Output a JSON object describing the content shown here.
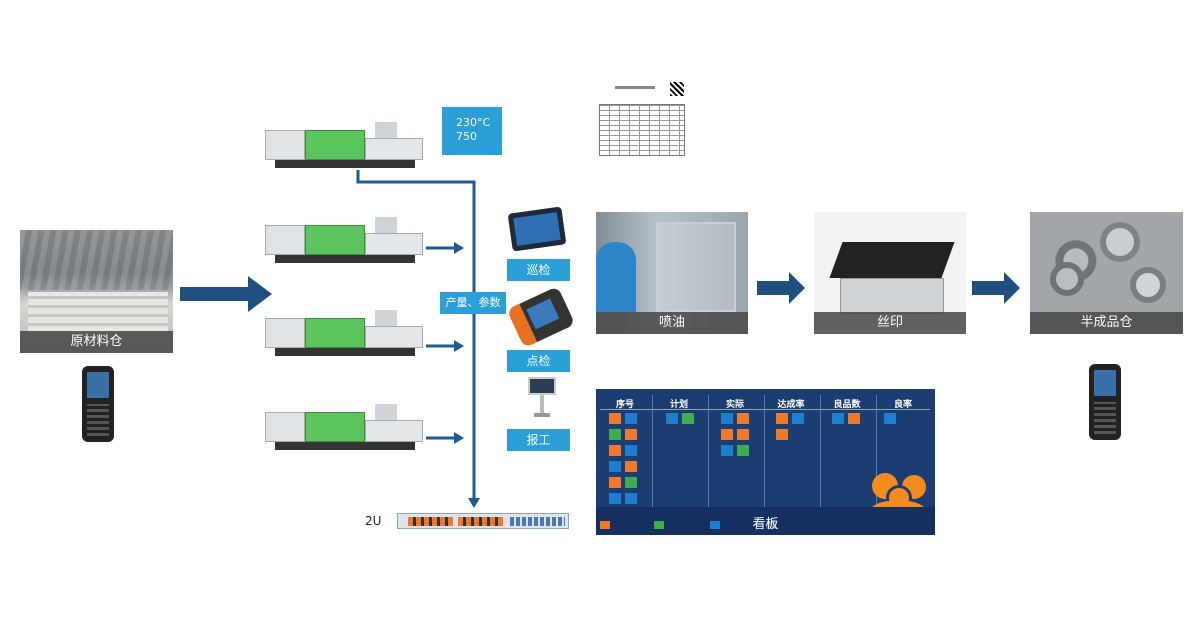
{
  "warehouse": {
    "label": "原材料仓"
  },
  "params_box": {
    "temp": "230°C",
    "value": "750"
  },
  "bus_label": "产量、参数",
  "devices": [
    {
      "label": "巡检"
    },
    {
      "label": "点检"
    },
    {
      "label": "报工"
    }
  ],
  "switch_label": "2U",
  "stations": [
    {
      "label": "喷油"
    },
    {
      "label": "丝印"
    },
    {
      "label": "半成品仓"
    }
  ],
  "kanban": {
    "title": "看板",
    "columns": [
      "序号",
      "计划",
      "实际",
      "达成率",
      "良品数",
      "良率"
    ]
  },
  "colors": {
    "arrow": "#1e4f7f",
    "accent": "#2a9fd8",
    "kanban_bg": "#1c3d72",
    "orange": "#f07a2a",
    "blue": "#1e7fd0",
    "green": "#3cae4a"
  }
}
